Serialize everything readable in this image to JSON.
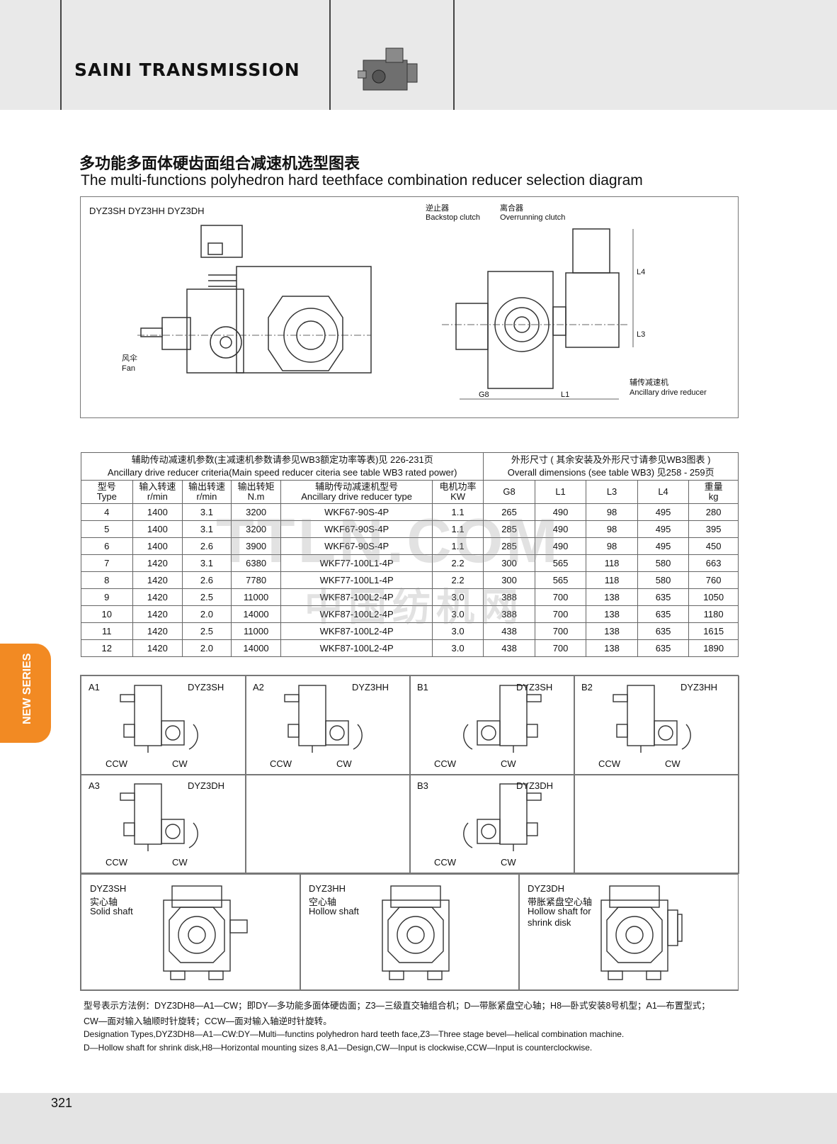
{
  "header": {
    "brand": "SAINI TRANSMISSION"
  },
  "title": {
    "cn": "多功能多面体硬齿面组合减速机选型图表",
    "en": "The multi-functions polyhedron  hard teethface combination reducer selection  diagram"
  },
  "diagram": {
    "models": "DYZ3SH   DYZ3HH   DYZ3DH",
    "fan_cn": "风伞",
    "fan_en": "Fan",
    "backstop_cn": "逆止器",
    "backstop_en": "Backstop clutch",
    "overrun_cn": "离合器",
    "overrun_en": "Overrunning clutch",
    "ancillary_cn": "辅传减速机",
    "ancillary_en": "Ancillary drive reducer",
    "dim_g8": "G8",
    "dim_l1": "L1",
    "dim_l3": "L3",
    "dim_l4": "L4"
  },
  "table": {
    "group1_cn": "辅助传动减速机参数(主减速机参数请参见WB3额定功率等表)见 226-231页",
    "group1_en": "Ancillary drive reducer criteria(Main speed reducer citeria see table WB3 rated power)",
    "group2_cn": "外形尺寸 ( 其余安装及外形尺寸请参见WB3图表 )",
    "group2_en": "Overall dimensions (see table WB3) 见258 - 259页",
    "headers": [
      {
        "cn": "型号",
        "en": "Type"
      },
      {
        "cn": "输入转速",
        "en": "r/min"
      },
      {
        "cn": "输出转速",
        "en": "r/min"
      },
      {
        "cn": "输出转矩",
        "en": "N.m"
      },
      {
        "cn": "辅助传动减速机型号",
        "en": "Ancillary drive reducer type"
      },
      {
        "cn": "电机功率",
        "en": "KW"
      },
      {
        "cn": "G8",
        "en": ""
      },
      {
        "cn": "L1",
        "en": ""
      },
      {
        "cn": "L3",
        "en": ""
      },
      {
        "cn": "L4",
        "en": ""
      },
      {
        "cn": "重量",
        "en": "kg"
      }
    ],
    "rows": [
      [
        "4",
        "1400",
        "3.1",
        "3200",
        "WKF67-90S-4P",
        "1.1",
        "265",
        "490",
        "98",
        "495",
        "280"
      ],
      [
        "5",
        "1400",
        "3.1",
        "3200",
        "WKF67-90S-4P",
        "1.1",
        "285",
        "490",
        "98",
        "495",
        "395"
      ],
      [
        "6",
        "1400",
        "2.6",
        "3900",
        "WKF67-90S-4P",
        "1.1",
        "285",
        "490",
        "98",
        "495",
        "450"
      ],
      [
        "7",
        "1420",
        "3.1",
        "6380",
        "WKF77-100L1-4P",
        "2.2",
        "300",
        "565",
        "118",
        "580",
        "663"
      ],
      [
        "8",
        "1420",
        "2.6",
        "7780",
        "WKF77-100L1-4P",
        "2.2",
        "300",
        "565",
        "118",
        "580",
        "760"
      ],
      [
        "9",
        "1420",
        "2.5",
        "11000",
        "WKF87-100L2-4P",
        "3.0",
        "388",
        "700",
        "138",
        "635",
        "1050"
      ],
      [
        "10",
        "1420",
        "2.0",
        "14000",
        "WKF87-100L2-4P",
        "3.0",
        "388",
        "700",
        "138",
        "635",
        "1180"
      ],
      [
        "11",
        "1420",
        "2.5",
        "11000",
        "WKF87-100L2-4P",
        "3.0",
        "438",
        "700",
        "138",
        "635",
        "1615"
      ],
      [
        "12",
        "1420",
        "2.0",
        "14000",
        "WKF87-100L2-4P",
        "3.0",
        "438",
        "700",
        "138",
        "635",
        "1890"
      ]
    ]
  },
  "watermark": {
    "line1": "TTLN.COM",
    "line2": "中国纺机网"
  },
  "side_tab": "NEW SERIES",
  "mounting": [
    {
      "pos": "A1",
      "model": "DYZ3SH"
    },
    {
      "pos": "A2",
      "model": "DYZ3HH"
    },
    {
      "pos": "B1",
      "model": "DYZ3SH"
    },
    {
      "pos": "B2",
      "model": "DYZ3HH"
    },
    {
      "pos": "A3",
      "model": "DYZ3DH"
    },
    {
      "pos": "B3",
      "model": "DYZ3DH"
    }
  ],
  "rotation": {
    "ccw": "CCW",
    "cw": "CW"
  },
  "shafts": [
    {
      "model": "DYZ3SH",
      "cn": "实心轴",
      "en": "Solid shaft",
      "en2": ""
    },
    {
      "model": "DYZ3HH",
      "cn": "空心轴",
      "en": "Hollow shaft",
      "en2": ""
    },
    {
      "model": "DYZ3DH",
      "cn": "带胀紧盘空心轴",
      "en": "Hollow shaft for",
      "en2": "shrink disk"
    }
  ],
  "notes": {
    "cn1": "型号表示方法例：DYZ3DH8—A1—CW；即DY—多功能多面体硬齿面；Z3—三级直交轴组合机；D—带胀紧盘空心轴；H8—卧式安装8号机型；A1—布置型式；",
    "cn2": "CW—面对输入轴顺时针旋转；CCW—面对输入轴逆时针旋转。",
    "en1": "Designation Types,DYZ3DH8—A1—CW:DY—Multi—functins polyhedron hard teeth face,Z3—Three stage bevel—helical combination machine.",
    "en2": "D—Hollow shaft for shrink disk,H8—Horizontal mounting sizes 8,A1—Design,CW—Input is clockwise,CCW—Input is counterclockwise."
  },
  "page_number": "321",
  "colors": {
    "accent": "#f28a23",
    "header_bg": "#e9e9e9",
    "line": "#444444"
  }
}
